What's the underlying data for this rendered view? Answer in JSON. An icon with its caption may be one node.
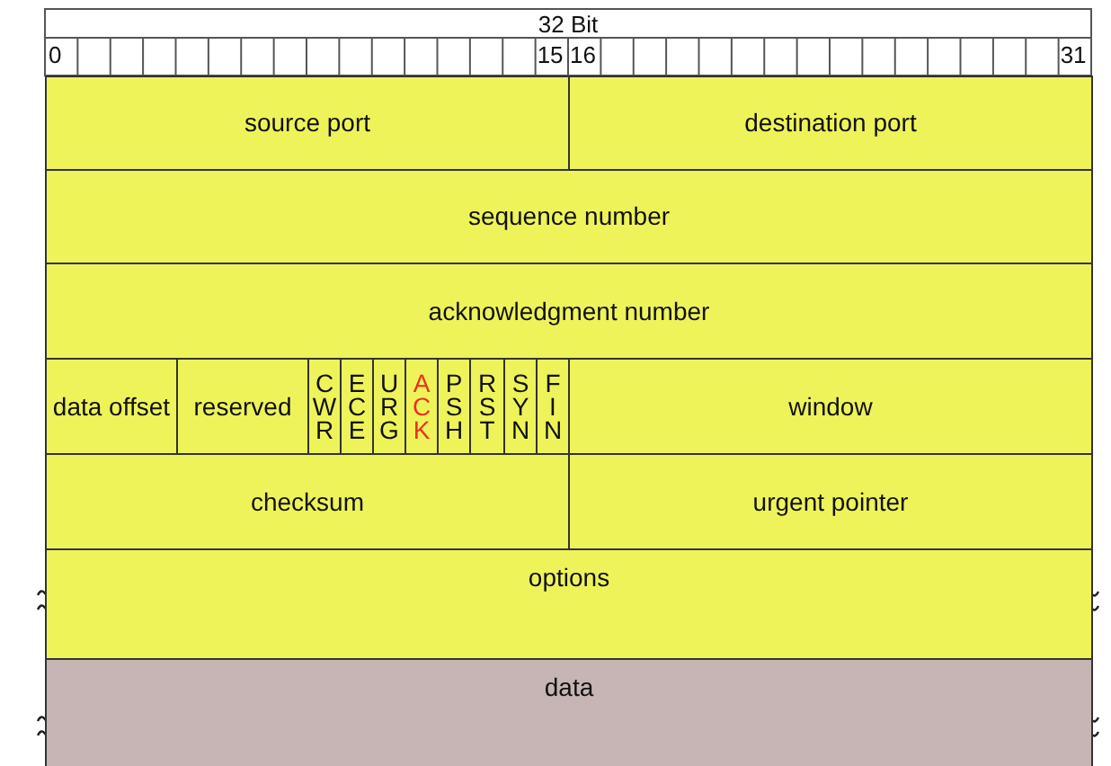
{
  "diagram": {
    "nodes": [
      {
        "text": [
          "source port"
        ]
      },
      {
        "text": [
          "destination port"
        ]
      },
      {
        "text": [
          "sequence number"
        ]
      },
      {
        "text": [
          "acknowledgment number"
        ]
      },
      {
        "text": [
          "data offset"
        ]
      },
      {
        "text": [
          "reserved"
        ]
      },
      {
        "text": [
          "C W R"
        ]
      },
      {
        "text": [
          "E C E"
        ]
      },
      {
        "text": [
          "U R G"
        ]
      },
      {
        "text": [
          "A C K"
        ]
      },
      {
        "text": [
          "P S H"
        ]
      },
      {
        "text": [
          "R S T"
        ]
      },
      {
        "text": [
          "S Y N"
        ]
      },
      {
        "text": [
          "F I N"
        ]
      },
      {
        "text": [
          "window"
        ]
      },
      {
        "text": [
          "checksum"
        ]
      },
      {
        "text": [
          "urgent pointer"
        ]
      },
      {
        "text": [
          "options"
        ]
      },
      {
        "text": [
          "data"
        ]
      }
    ],
    "labels": [
      "32 Bit",
      "0",
      "15",
      "16",
      "31"
    ]
  }
}
